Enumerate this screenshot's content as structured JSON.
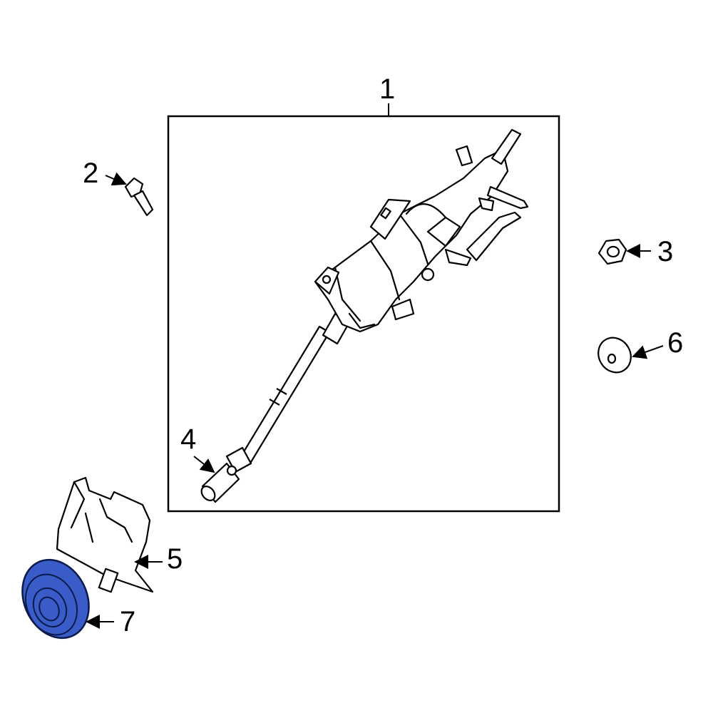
{
  "diagram": {
    "callouts": [
      {
        "number": "1",
        "part": "steering-column-assembly"
      },
      {
        "number": "2",
        "part": "bolt"
      },
      {
        "number": "3",
        "part": "nut"
      },
      {
        "number": "4",
        "part": "intermediate-shaft-joint"
      },
      {
        "number": "5",
        "part": "shield"
      },
      {
        "number": "6",
        "part": "seal-cap"
      },
      {
        "number": "7",
        "part": "boot-seal"
      }
    ],
    "highlighted_part": "7",
    "colors": {
      "highlight": "#3a5cc9",
      "line": "#000000",
      "background": "#ffffff"
    }
  }
}
